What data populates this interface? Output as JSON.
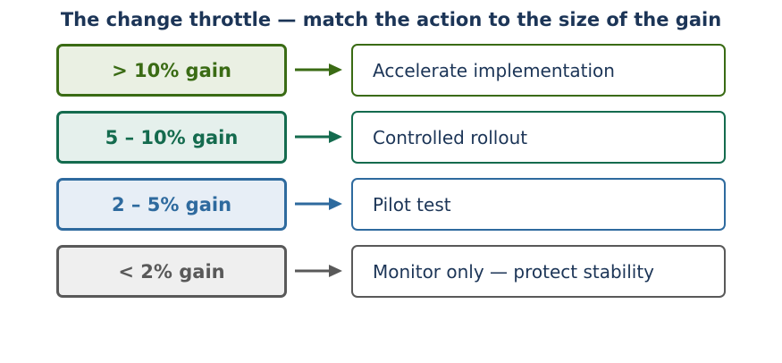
{
  "title": "The change throttle — match the action to the size of the gain",
  "rows": [
    {
      "threshold": "> 10% gain",
      "action": "Accelerate implementation",
      "color": "#3a6b14",
      "fill": "#eaf0e3"
    },
    {
      "threshold": "5 – 10% gain",
      "action": "Controlled rollout",
      "color": "#146b4e",
      "fill": "#e5f0ec"
    },
    {
      "threshold": "2 – 5% gain",
      "action": "Pilot test",
      "color": "#2e6a9e",
      "fill": "#e7eef6"
    },
    {
      "threshold": "< 2% gain",
      "action": "Monitor only — protect stability",
      "color": "#595959",
      "fill": "#efefef"
    }
  ]
}
